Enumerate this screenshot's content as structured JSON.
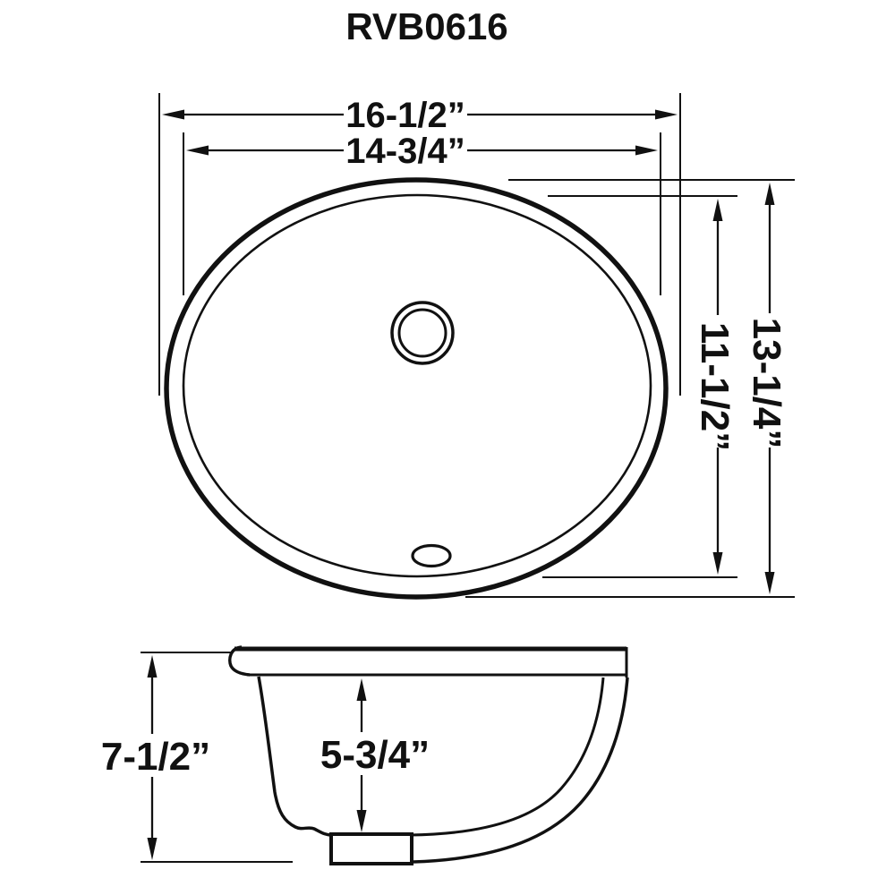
{
  "title": "RVB0616",
  "colors": {
    "line": "#111111",
    "background": "#ffffff"
  },
  "top_view": {
    "description": "oval undermount sink - top view",
    "dimensions": {
      "outer_width": "16-1/2”",
      "inner_width": "14-3/4”",
      "outer_depth": "13-1/4”",
      "inner_depth": "11-1/2”"
    }
  },
  "side_view": {
    "description": "sink side section view",
    "dimensions": {
      "overall_height": "7-1/2”",
      "bowl_depth": "5-3/4”"
    }
  }
}
